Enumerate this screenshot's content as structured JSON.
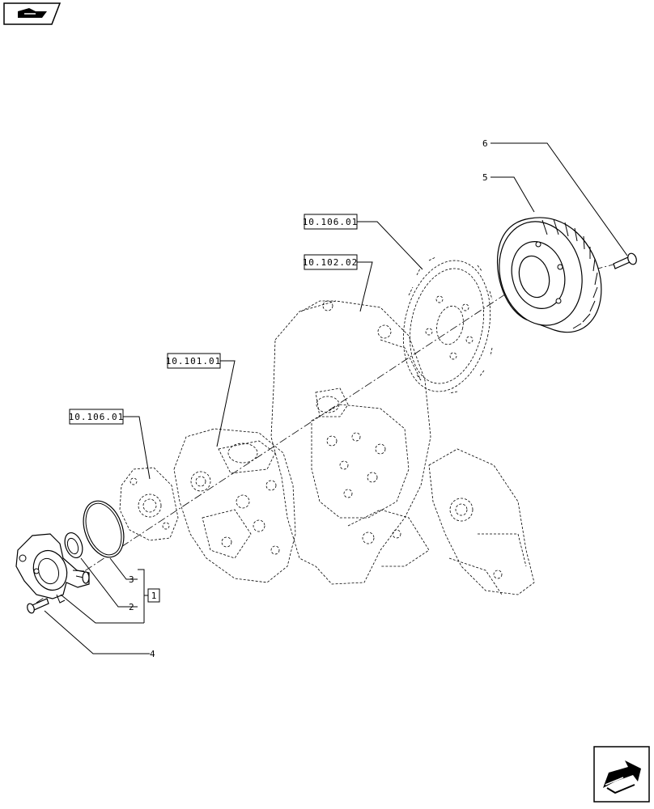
{
  "references": {
    "ref_top_gear": "10.106.01",
    "ref_housing": "10.102.02",
    "ref_block": "10.101.01",
    "ref_pump_plate": "10.106.01"
  },
  "callouts": {
    "item_1": "1",
    "item_2": "2",
    "item_3": "3",
    "item_4": "4",
    "item_5": "5",
    "item_6": "6"
  },
  "icons": {
    "top_left": "book-arrow-icon",
    "bottom_right": "next-page-arrow-icon"
  }
}
